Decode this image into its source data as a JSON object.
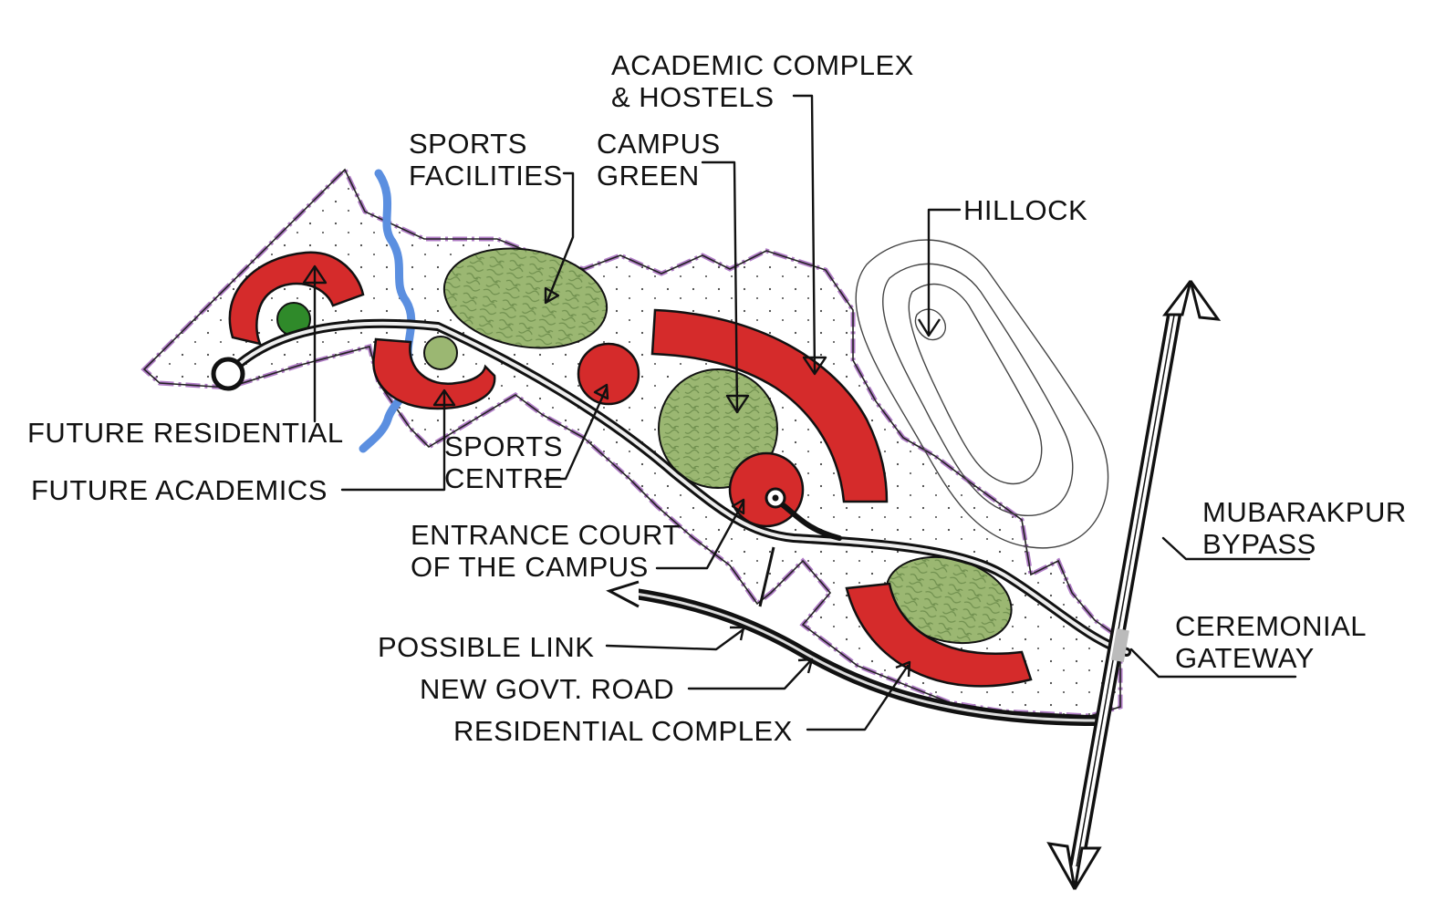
{
  "colors": {
    "boundary": "#b07cc6",
    "building": "#d52b2b",
    "green": "#9bb772",
    "green_dark": "#2f8a2a",
    "stream": "#5b8fe0",
    "road": "#111111"
  },
  "labels": {
    "academic_complex": [
      "ACADEMIC COMPLEX",
      "& HOSTELS"
    ],
    "sports_facilities": [
      "SPORTS",
      "FACILITIES"
    ],
    "campus_green": [
      "CAMPUS",
      "GREEN"
    ],
    "hillock": "HILLOCK",
    "future_residential": "FUTURE RESIDENTIAL",
    "future_academics": "FUTURE ACADEMICS",
    "sports_centre": [
      "SPORTS",
      "CENTRE"
    ],
    "entrance_court": [
      "ENTRANCE COURT",
      "OF THE CAMPUS"
    ],
    "possible_link": "POSSIBLE LINK",
    "new_govt_road": "NEW GOVT. ROAD",
    "residential_complex": "RESIDENTIAL COMPLEX",
    "mubarakpur_bypass": [
      "MUBARAKPUR",
      "BYPASS"
    ],
    "ceremonial_gateway": [
      "CEREMONIAL",
      "GATEWAY"
    ]
  }
}
